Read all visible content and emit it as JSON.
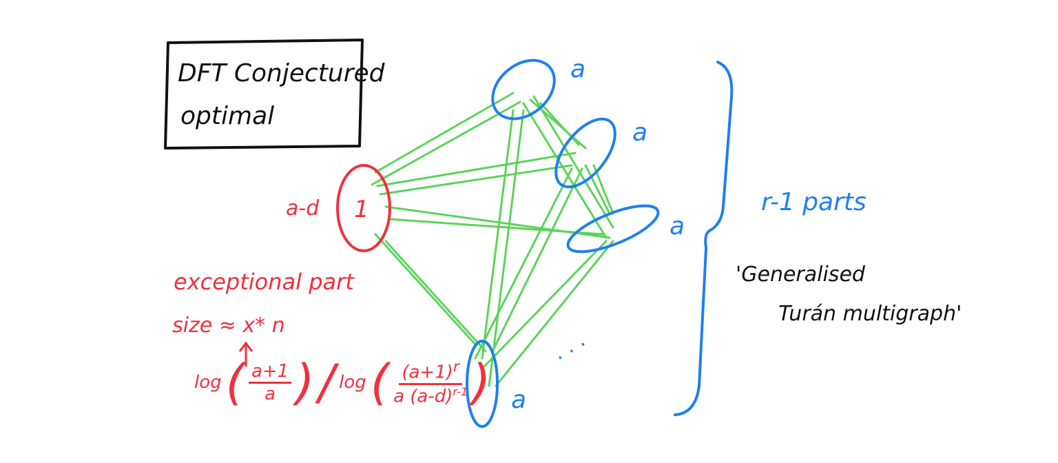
{
  "box": {
    "line1": "DFT Conjectured",
    "line2": "optimal"
  },
  "exceptional_node": {
    "label": "a-d",
    "inner": "1"
  },
  "parts": [
    {
      "label": "a",
      "inner": "/"
    },
    {
      "label": "a",
      "inner": "/"
    },
    {
      "label": "a",
      "inner": "/"
    },
    {
      "label": "a",
      "inner": "/"
    }
  ],
  "dots": ". . .",
  "exceptional_text": "exceptional part",
  "size_text": "size ≈ x* n",
  "formula": {
    "log1": "log",
    "num1": "a+1",
    "den1": "a",
    "slash": "/",
    "log2": "log",
    "num2": "(a+1)",
    "num2_exp": "r",
    "den2": "a (a-d)",
    "den2_exp": "r-1"
  },
  "brace_label": "r-1 parts",
  "turan_line1": "'Generalised",
  "turan_line2": "Turán multigraph'",
  "colors": {
    "red": "#f0303c",
    "blue": "#1f7ff0",
    "green": "#5ad45a",
    "black": "#111111"
  }
}
